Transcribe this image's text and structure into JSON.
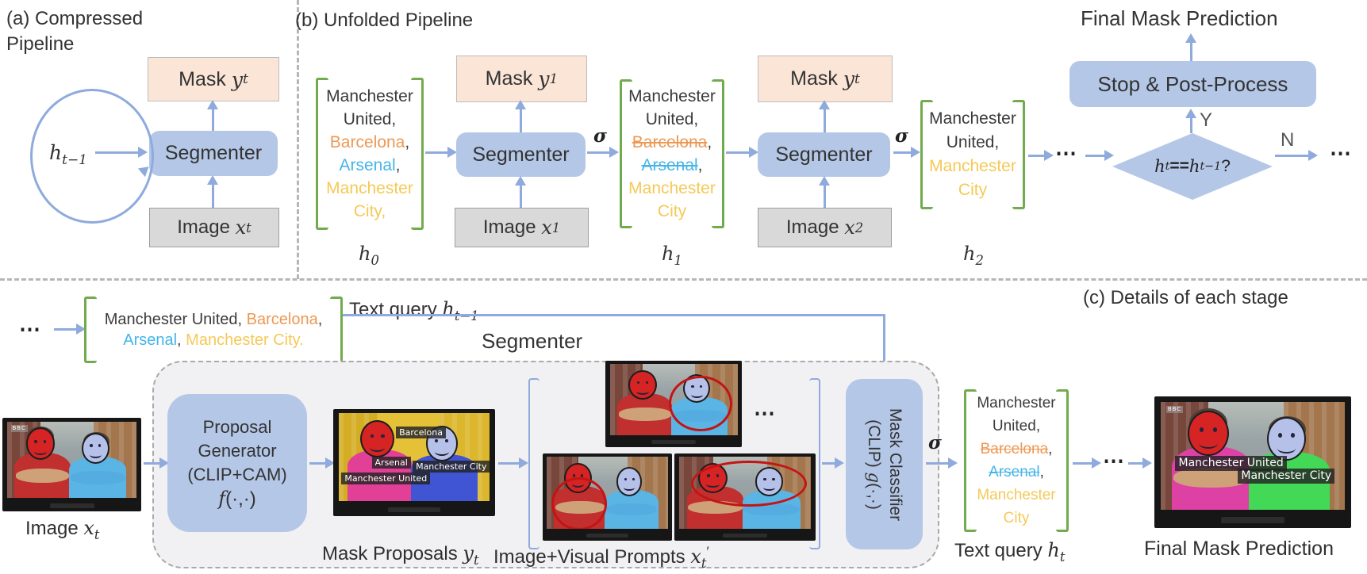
{
  "colors": {
    "dark": "#3b3b3b",
    "orange": "#ED9853",
    "sky": "#45B5E8",
    "yellow": "#F5C957",
    "green": "#72AB4E",
    "accent_blue": "#8FAADC",
    "box_blue": "#B4C7E7",
    "box_peach": "#FBE5D6",
    "box_gray": "#D9D9D9",
    "prompt_red": "#C41414"
  },
  "w": {
    "mask": "Mask",
    "image": "Image",
    "segmenter": "Segmenter",
    "sigma": "σ",
    "dots": "⋯",
    "text_query": "Text query",
    "yes": "Y",
    "no": "N"
  },
  "v": {
    "h": "h",
    "x": "x",
    "y": "y",
    "f": "f",
    "g": "g"
  },
  "s": {
    "t": "t",
    "t1": "t−1",
    "n0": "0",
    "n1": "1",
    "n2": "2"
  },
  "pa": {
    "title1": "(a) Compressed",
    "title2": "Pipeline"
  },
  "pb": {
    "title": "(b) Unfolded Pipeline",
    "stop": "Stop & Post-Process",
    "final": "Final Mask Prediction"
  },
  "decision": {
    "lhs": "h",
    "lsub": "t",
    "op": "==",
    "rhs": "h",
    "rsub": "t−1",
    "q": "?"
  },
  "pc": {
    "title": "(c) Details of each stage",
    "segmenter": "Segmenter",
    "pg1": "Proposal",
    "pg2": "Generator",
    "pg3": "(CLIP+CAM)",
    "pg_f": "f",
    "pg_args": "(·,·)",
    "mc1": "Mask Classifier",
    "mc2": "(CLIP)",
    "mc_g": "g",
    "mc_args": "(·,·)",
    "cap_image": "Image",
    "cap_proposals": "Mask Proposals",
    "cap_prompts": "Image+Visual Prompts",
    "prime": "′",
    "cap_final": "Final Mask Prediction"
  },
  "team_lists": {
    "h0": [
      [
        {
          "t": "Manchester",
          "c": "dark"
        }
      ],
      [
        {
          "t": "United,",
          "c": "dark"
        }
      ],
      [
        {
          "t": "Barcelona",
          "c": "orange"
        },
        {
          "t": ",",
          "c": "dark"
        }
      ],
      [
        {
          "t": "Arsenal",
          "c": "sky"
        },
        {
          "t": ",",
          "c": "dark"
        }
      ],
      [
        {
          "t": "Manchester",
          "c": "yellow"
        }
      ],
      [
        {
          "t": "City,",
          "c": "yellow"
        }
      ]
    ],
    "h1": [
      [
        {
          "t": "Manchester",
          "c": "dark"
        }
      ],
      [
        {
          "t": "United,",
          "c": "dark"
        }
      ],
      [
        {
          "t": "Barcelona",
          "c": "orange",
          "x": true
        },
        {
          "t": ",",
          "c": "dark"
        }
      ],
      [
        {
          "t": "Arsenal",
          "c": "sky",
          "x": true
        },
        {
          "t": ",",
          "c": "dark"
        }
      ],
      [
        {
          "t": "Manchester",
          "c": "yellow"
        }
      ],
      [
        {
          "t": "City",
          "c": "yellow"
        }
      ]
    ],
    "h2": [
      [
        {
          "t": "Manchester",
          "c": "dark"
        }
      ],
      [
        {
          "t": "United,",
          "c": "dark"
        }
      ],
      [
        {
          "t": "Manchester",
          "c": "yellow"
        }
      ],
      [
        {
          "t": "City",
          "c": "yellow"
        }
      ]
    ],
    "cin": [
      [
        {
          "t": "Manchester United, ",
          "c": "dark"
        },
        {
          "t": "Barcelona",
          "c": "orange"
        },
        {
          "t": ",",
          "c": "dark"
        }
      ],
      [
        {
          "t": "Arsenal",
          "c": "sky"
        },
        {
          "t": ", ",
          "c": "dark"
        },
        {
          "t": "Manchester City.",
          "c": "yellow"
        }
      ]
    ],
    "ct": [
      [
        {
          "t": "Manchester",
          "c": "dark"
        }
      ],
      [
        {
          "t": "United,",
          "c": "dark"
        }
      ],
      [
        {
          "t": "Barcelona",
          "c": "orange",
          "x": true
        },
        {
          "t": ",",
          "c": "dark"
        }
      ],
      [
        {
          "t": "Arsenal",
          "c": "sky",
          "x": true
        },
        {
          "t": ",",
          "c": "dark"
        }
      ],
      [
        {
          "t": "Manchester",
          "c": "yellow"
        }
      ],
      [
        {
          "t": "City",
          "c": "yellow"
        }
      ]
    ]
  },
  "scenes": {
    "bbc": "BBC",
    "proposals": {
      "barcelona": "Barcelona",
      "arsenal": "Arsenal",
      "city": "Manchester City",
      "united": "Manchester United"
    },
    "final": {
      "united": "Manchester United",
      "city": "Manchester City"
    }
  }
}
